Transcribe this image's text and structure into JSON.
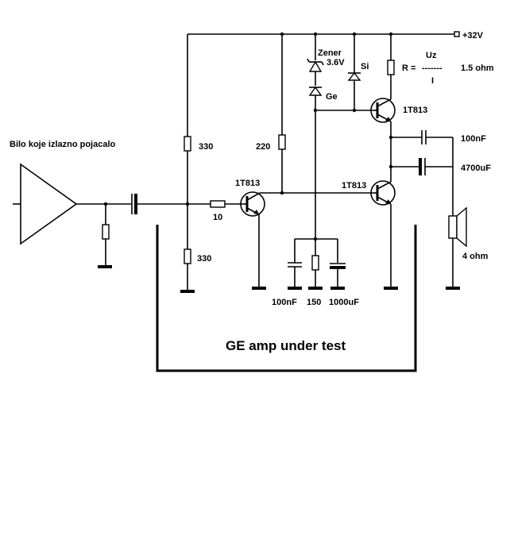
{
  "labels": {
    "source_stage": "Bilo koje izlazno pojacalo",
    "supply": "+32V",
    "r_bias_top": "330",
    "r_bias_bottom": "330",
    "r_series": "10",
    "r_collector_driver": "220",
    "q_driver": "1T813",
    "q_upper": "1T813",
    "q_lower": "1T813",
    "zener_name": "Zener",
    "zener_value": "3.6V",
    "diode_ge": "Ge",
    "diode_si": "Si",
    "formula_lhs": "R =",
    "formula_dashes": "-------",
    "formula_num": "Uz",
    "formula_den": "I",
    "r_sense_value": "1.5 ohm",
    "c_coupling": "100nF",
    "c_output": "4700uF",
    "speaker": "4 ohm",
    "c_ref": "100nF",
    "r_ref": "150",
    "c_ref_elec": "1000uF",
    "box_title": "GE amp under test"
  }
}
